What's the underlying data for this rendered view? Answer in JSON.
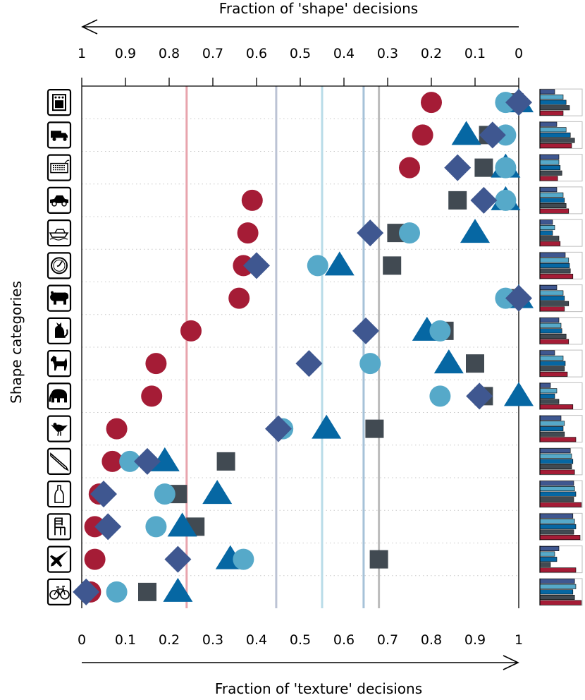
{
  "chart_data": {
    "type": "scatter",
    "top_axis_label": "Fraction of 'shape' decisions",
    "bottom_axis_label": "Fraction of 'texture' decisions",
    "ylabel": "Shape categories",
    "top_ticks": [
      "1",
      "0.9",
      "0.8",
      "0.7",
      "0.6",
      "0.5",
      "0.4",
      "0.3",
      "0.2",
      "0.1",
      "0"
    ],
    "bottom_ticks": [
      "0",
      "0.1",
      "0.2",
      "0.3",
      "0.4",
      "0.5",
      "0.6",
      "0.7",
      "0.8",
      "0.9",
      "1"
    ],
    "xlim": [
      0,
      1
    ],
    "categories": [
      "oven",
      "truck",
      "keyboard",
      "car",
      "boat",
      "clock",
      "bear",
      "cat",
      "dog",
      "elephant",
      "bird",
      "knife",
      "bottle",
      "chair",
      "airplane",
      "bicycle"
    ],
    "category_icons": [
      "oven-icon",
      "truck-icon",
      "keyboard-icon",
      "car-icon",
      "boat-icon",
      "clock-icon",
      "bear-icon",
      "cat-icon",
      "dog-icon",
      "elephant-icon",
      "bird-icon",
      "knife-icon",
      "bottle-icon",
      "chair-icon",
      "airplane-icon",
      "bicycle-icon"
    ],
    "series": [
      {
        "marker": "circle",
        "color": "#a51c36",
        "values": [
          0.8,
          0.78,
          0.75,
          0.39,
          0.38,
          0.37,
          0.36,
          0.25,
          0.17,
          0.16,
          0.08,
          0.07,
          0.04,
          0.03,
          0.03,
          0.02
        ],
        "mean": 0.24
      },
      {
        "marker": "square",
        "color": "#414a52",
        "values": [
          0.99,
          0.93,
          0.92,
          0.86,
          0.72,
          0.71,
          0.98,
          0.83,
          0.9,
          0.92,
          0.67,
          0.33,
          0.22,
          0.26,
          0.68,
          0.15
        ],
        "mean": 0.68
      },
      {
        "marker": "triangle",
        "color": "#0667a3",
        "values": [
          1.0,
          0.88,
          0.97,
          0.97,
          0.9,
          0.59,
          1.0,
          0.79,
          0.84,
          1.0,
          0.56,
          0.19,
          0.31,
          0.23,
          0.34,
          0.22
        ],
        "mean": 0.55
      },
      {
        "marker": "circle",
        "color": "#56a9c9",
        "values": [
          0.97,
          0.97,
          0.97,
          0.97,
          0.75,
          0.54,
          0.97,
          0.82,
          0.66,
          0.82,
          0.46,
          0.11,
          0.19,
          0.17,
          0.37,
          0.08
        ],
        "mean": 0.645
      },
      {
        "marker": "diamond",
        "color": "#3f5790",
        "values": [
          1.0,
          0.94,
          0.86,
          0.92,
          0.66,
          0.4,
          1.0,
          0.65,
          0.52,
          0.91,
          0.45,
          0.15,
          0.05,
          0.06,
          0.22,
          0.01
        ],
        "mean": 0.445
      }
    ],
    "mean_lines": [
      {
        "value": 0.24,
        "color": "#e8a4ad"
      },
      {
        "value": 0.445,
        "color": "#bcc3d4"
      },
      {
        "value": 0.55,
        "color": "#b9dce8"
      },
      {
        "value": 0.645,
        "color": "#a6c2d8"
      },
      {
        "value": 0.68,
        "color": "#bcbcbc"
      }
    ],
    "grid": "horizontal-dotted",
    "side_bars": {
      "series_order": [
        "#3f5790",
        "#56a9c9",
        "#0667a3",
        "#414a52",
        "#a51c36"
      ],
      "values": [
        [
          0.35,
          0.55,
          0.62,
          0.7,
          0.55
        ],
        [
          0.4,
          0.62,
          0.72,
          0.82,
          0.75
        ],
        [
          0.45,
          0.45,
          0.48,
          0.52,
          0.42
        ],
        [
          0.4,
          0.55,
          0.58,
          0.62,
          0.68
        ],
        [
          0.3,
          0.35,
          0.3,
          0.45,
          0.48
        ],
        [
          0.6,
          0.68,
          0.7,
          0.72,
          0.78
        ],
        [
          0.4,
          0.55,
          0.58,
          0.68,
          0.58
        ],
        [
          0.45,
          0.5,
          0.52,
          0.62,
          0.68
        ],
        [
          0.35,
          0.55,
          0.6,
          0.58,
          0.65
        ],
        [
          0.25,
          0.4,
          0.35,
          0.45,
          0.78
        ],
        [
          0.5,
          0.58,
          0.55,
          0.58,
          0.85
        ],
        [
          0.72,
          0.75,
          0.78,
          0.75,
          0.82
        ],
        [
          0.8,
          0.82,
          0.85,
          0.8,
          0.98
        ],
        [
          0.78,
          0.82,
          0.85,
          0.8,
          0.95
        ],
        [
          0.45,
          0.35,
          0.4,
          0.25,
          0.85
        ],
        [
          0.82,
          0.85,
          0.78,
          0.82,
          0.98
        ]
      ]
    }
  }
}
